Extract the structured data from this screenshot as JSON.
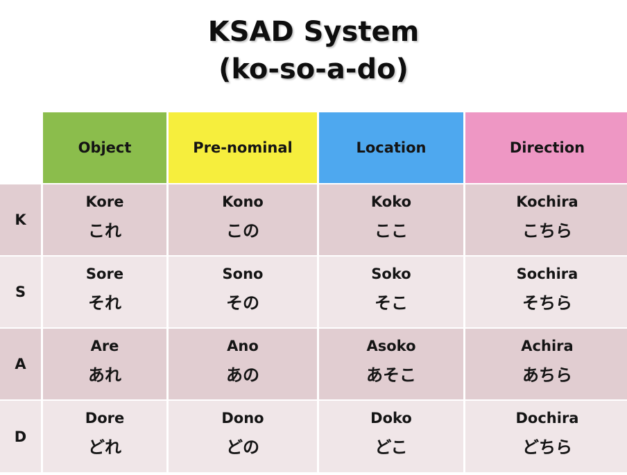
{
  "title": {
    "line1": "KSAD System",
    "line2": "(ko-so-a-do)"
  },
  "table": {
    "columns": [
      {
        "label": "Object",
        "color": "#8bbd4c"
      },
      {
        "label": "Pre-nominal",
        "color": "#f6ee3d"
      },
      {
        "label": "Location",
        "color": "#4ea8ef"
      },
      {
        "label": "Direction",
        "color": "#ee97c4"
      }
    ],
    "row_colors": [
      "#e1cdd1",
      "#f0e6e8"
    ],
    "rows": [
      {
        "label": "K",
        "cells": [
          {
            "romaji": "Kore",
            "kana": "これ"
          },
          {
            "romaji": "Kono",
            "kana": "この"
          },
          {
            "romaji": "Koko",
            "kana": "ここ"
          },
          {
            "romaji": "Kochira",
            "kana": "こちら"
          }
        ]
      },
      {
        "label": "S",
        "cells": [
          {
            "romaji": "Sore",
            "kana": "それ"
          },
          {
            "romaji": "Sono",
            "kana": "その"
          },
          {
            "romaji": "Soko",
            "kana": "そこ"
          },
          {
            "romaji": "Sochira",
            "kana": "そちら"
          }
        ]
      },
      {
        "label": "A",
        "cells": [
          {
            "romaji": "Are",
            "kana": "あれ"
          },
          {
            "romaji": "Ano",
            "kana": "あの"
          },
          {
            "romaji": "Asoko",
            "kana": "あそこ"
          },
          {
            "romaji": "Achira",
            "kana": "あちら"
          }
        ]
      },
      {
        "label": "D",
        "cells": [
          {
            "romaji": "Dore",
            "kana": "どれ"
          },
          {
            "romaji": "Dono",
            "kana": "どの"
          },
          {
            "romaji": "Doko",
            "kana": "どこ"
          },
          {
            "romaji": "Dochira",
            "kana": "どちら"
          }
        ]
      }
    ]
  }
}
